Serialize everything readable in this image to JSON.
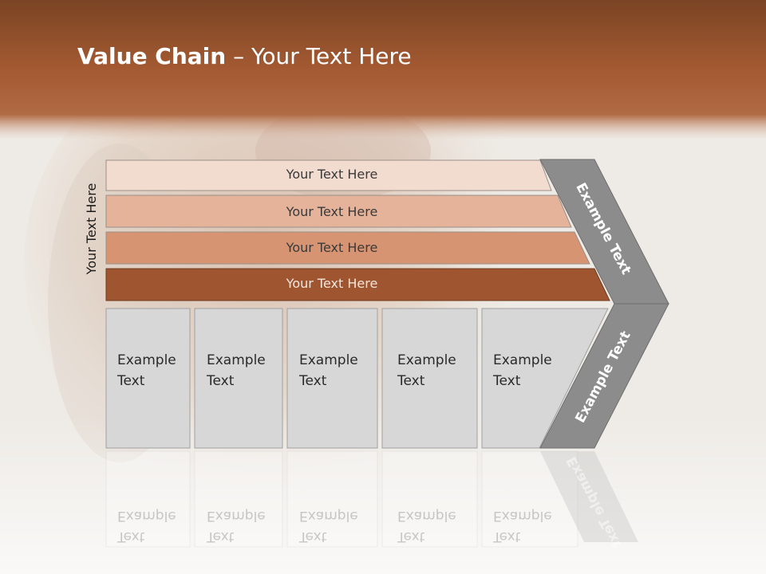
{
  "slide": {
    "title_bold": "Value Chain",
    "title_rest": " – Your Text Here",
    "side_label": "Your Text Here"
  },
  "bars": [
    {
      "label": "Your Text Here",
      "color": "#f2dcd0"
    },
    {
      "label": "Your Text Here",
      "color": "#e4b39a"
    },
    {
      "label": "Your Text Here",
      "color": "#d69472"
    },
    {
      "label": "Your Text Here",
      "color": "#9e5530"
    }
  ],
  "boxes": [
    {
      "line1": "Example",
      "line2": "Text"
    },
    {
      "line1": "Example",
      "line2": "Text"
    },
    {
      "line1": "Example",
      "line2": "Text"
    },
    {
      "line1": "Example",
      "line2": "Text"
    },
    {
      "line1": "Example",
      "line2": "Text"
    }
  ],
  "chevron": {
    "upper_label": "Example Text",
    "lower_label": "Example Text",
    "color": "#8c8c8c"
  },
  "colors": {
    "header_band": "#a65a32",
    "box_fill": "#d7d7d7"
  }
}
